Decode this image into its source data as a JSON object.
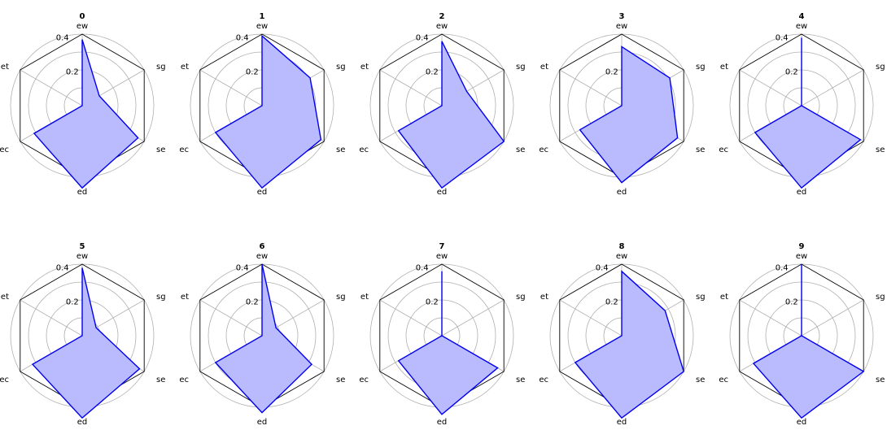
{
  "chart_data": {
    "type": "radar",
    "axes": [
      "ew",
      "sg",
      "se",
      "ed",
      "ec",
      "et"
    ],
    "rlim": [
      0,
      0.4
    ],
    "fill_color": "#babafe",
    "line_color": "#0000ee",
    "grid": true,
    "charts": [
      {
        "title": "0",
        "ticks": [
          "0.2",
          "0.4"
        ],
        "values": [
          0.37,
          0.11,
          0.36,
          0.46,
          0.31,
          0.0
        ]
      },
      {
        "title": "1",
        "ticks": [
          "0.2",
          "0.4"
        ],
        "values": [
          0.39,
          0.31,
          0.38,
          0.46,
          0.3,
          0.0
        ]
      },
      {
        "title": "2",
        "ticks": [
          "0.2",
          "0.4"
        ],
        "values": [
          0.36,
          0.16,
          0.4,
          0.46,
          0.28,
          0.0
        ]
      },
      {
        "title": "3",
        "ticks": [
          "0.2"
        ],
        "values": [
          0.33,
          0.31,
          0.36,
          0.43,
          0.27,
          0.0
        ]
      },
      {
        "title": "4",
        "ticks": [
          "0.2",
          "0.4"
        ],
        "values": [
          0.38,
          0.0,
          0.38,
          0.46,
          0.3,
          0.0
        ]
      },
      {
        "title": "5",
        "ticks": [
          "0.2",
          "0.4"
        ],
        "values": [
          0.38,
          0.09,
          0.37,
          0.46,
          0.32,
          0.0
        ]
      },
      {
        "title": "6",
        "ticks": [
          "0.2",
          "0.4"
        ],
        "values": [
          0.4,
          0.09,
          0.32,
          0.43,
          0.3,
          0.0
        ]
      },
      {
        "title": "7",
        "ticks": [
          "0.2",
          "0.4"
        ],
        "values": [
          0.36,
          0.0,
          0.36,
          0.44,
          0.28,
          0.0
        ]
      },
      {
        "title": "8",
        "ticks": [
          "0.2",
          "0.4"
        ],
        "values": [
          0.36,
          0.28,
          0.4,
          0.46,
          0.3,
          0.0
        ]
      },
      {
        "title": "9",
        "ticks": [
          "0.2",
          "0.4"
        ],
        "values": [
          0.4,
          0.0,
          0.4,
          0.46,
          0.31,
          0.0
        ]
      }
    ]
  }
}
